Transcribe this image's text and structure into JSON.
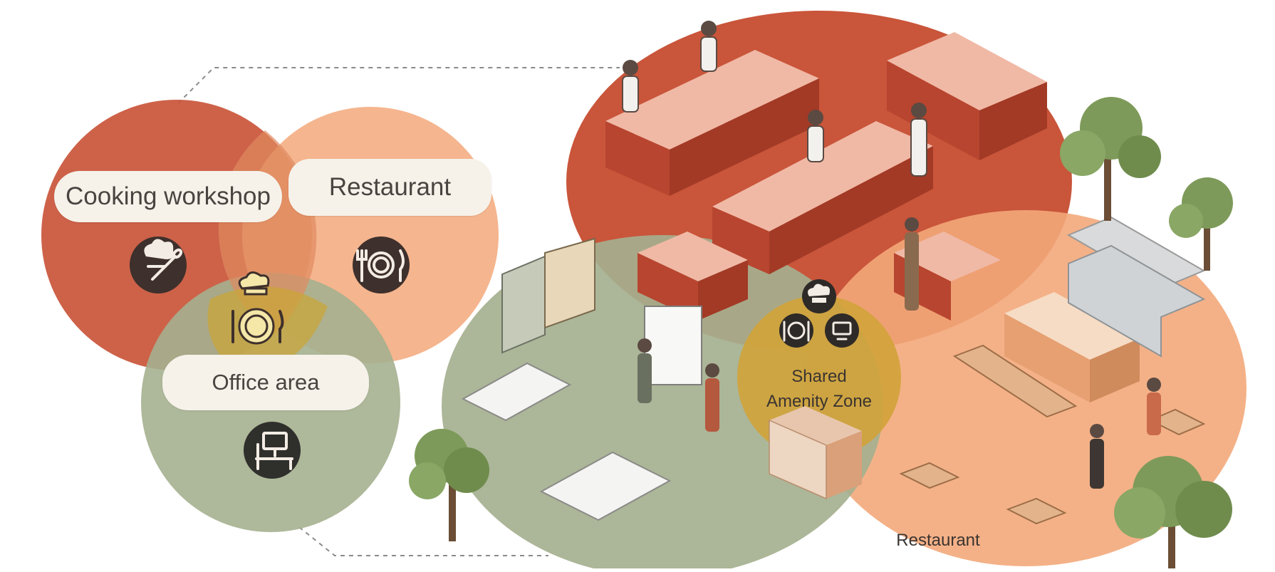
{
  "venn": {
    "circles": [
      {
        "label": "Cooking workshop",
        "color": "#c9553a",
        "icon": "chef-hat-whisk-icon"
      },
      {
        "label": "Restaurant",
        "color": "#f3a87a",
        "icon": "plate-fork-knife-icon"
      },
      {
        "label": "Office area",
        "color": "#a5b08f",
        "icon": "desk-computer-icon"
      }
    ],
    "center_icon": "chef-hat-plate-icon"
  },
  "scene": {
    "zones": [
      {
        "name": "cooking-workshop-zone",
        "color": "#c9553a"
      },
      {
        "name": "office-zone",
        "color": "#a5b08f"
      },
      {
        "name": "restaurant-zone",
        "color": "#f3a87a"
      }
    ],
    "shared_zone": {
      "label_line1": "Shared",
      "label_line2": "Amenity Zone",
      "color": "#d2a33a",
      "icons": [
        "chef-hat-icon",
        "plate-icon",
        "computer-icon"
      ]
    },
    "restaurant_label": "Restaurant"
  }
}
